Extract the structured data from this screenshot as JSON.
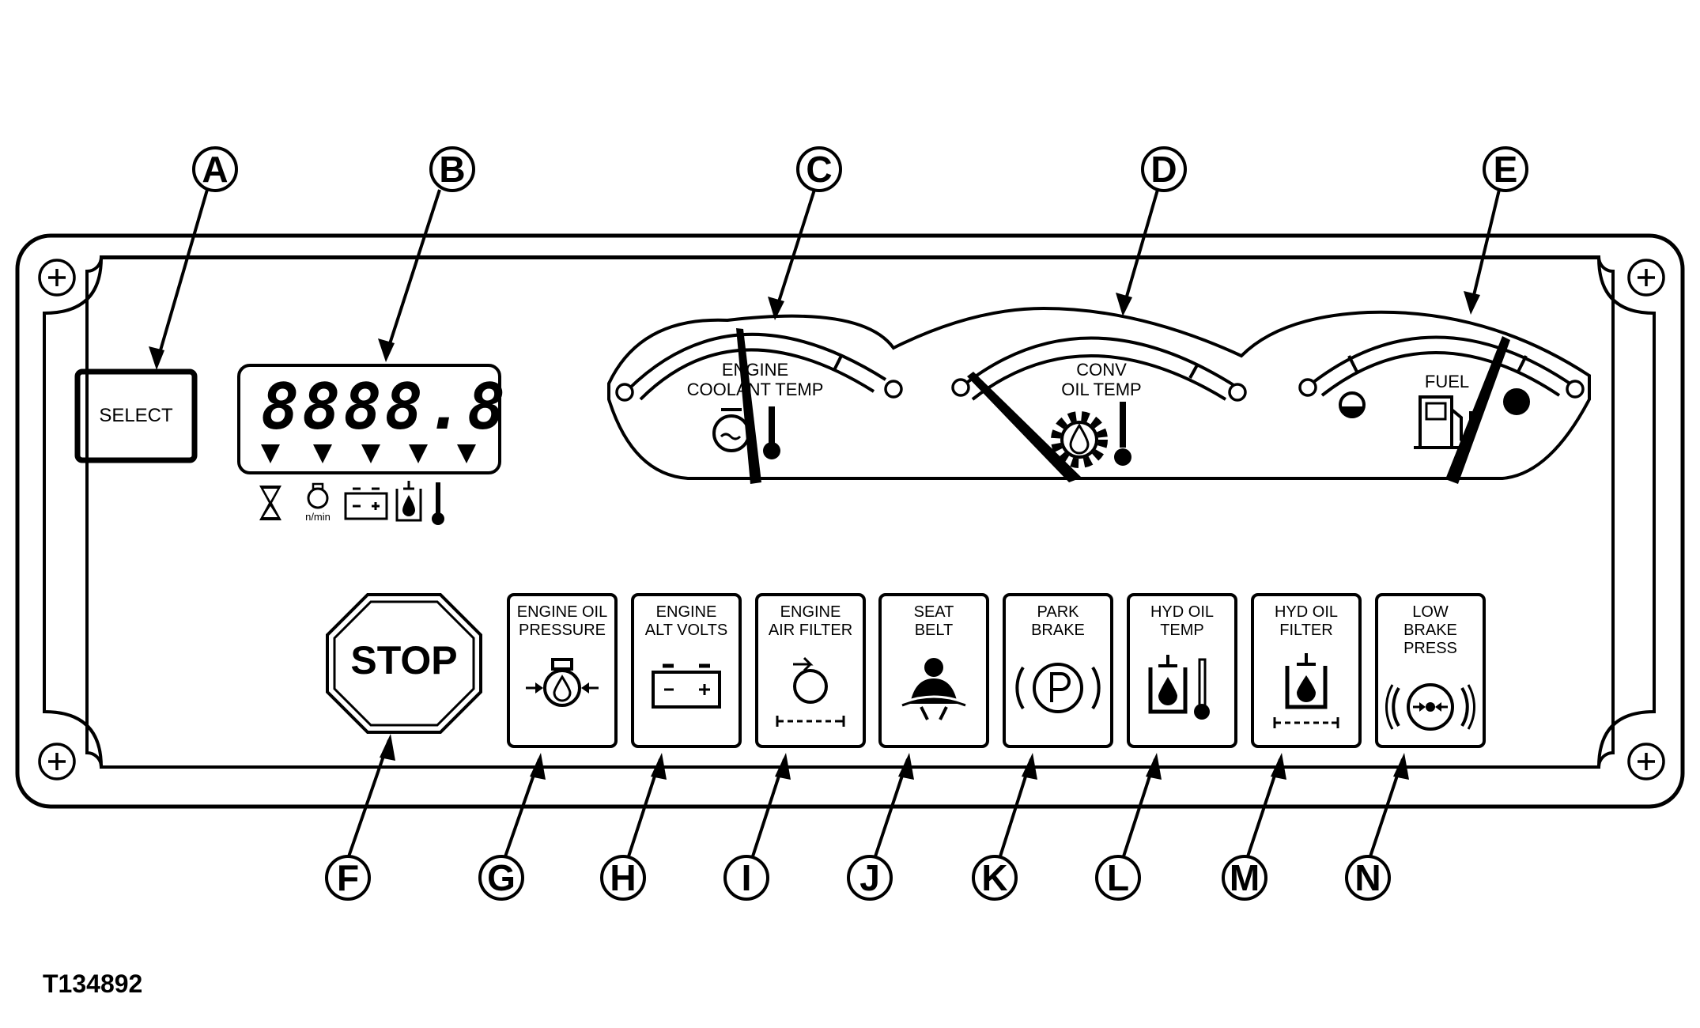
{
  "figure_id": "T134892",
  "callouts": [
    "A",
    "B",
    "C",
    "D",
    "E",
    "F",
    "G",
    "H",
    "I",
    "J",
    "K",
    "L",
    "M",
    "N"
  ],
  "select_button": {
    "label": "SELECT"
  },
  "display": {
    "digits": "8888.8"
  },
  "display_icons": {
    "rpm_unit": "n/min",
    "icon_names": [
      "hourglass-icon",
      "engine-rpm-icon",
      "battery-icon",
      "hydraulic-oil-icon",
      "thermometer-icon"
    ]
  },
  "gauges": [
    {
      "id": "coolant",
      "label_line1": "ENGINE",
      "label_line2": "COOLANT TEMP",
      "needle_level": 0.5
    },
    {
      "id": "conv",
      "label_line1": "CONV",
      "label_line2": "OIL TEMP",
      "needle_level": 0.0
    },
    {
      "id": "fuel",
      "label_line1": "FUEL",
      "label_line2": "",
      "needle_level": 0.78
    }
  ],
  "stop_button": {
    "label": "STOP"
  },
  "indicators": [
    {
      "line1": "ENGINE OIL",
      "line2": "PRESSURE",
      "line3": "",
      "icon": "engine-oil-pressure-icon"
    },
    {
      "line1": "ENGINE",
      "line2": "ALT VOLTS",
      "line3": "",
      "icon": "battery-icon"
    },
    {
      "line1": "ENGINE",
      "line2": "AIR FILTER",
      "line3": "",
      "icon": "air-filter-icon"
    },
    {
      "line1": "SEAT",
      "line2": "BELT",
      "line3": "",
      "icon": "seat-belt-icon"
    },
    {
      "line1": "PARK",
      "line2": "BRAKE",
      "line3": "",
      "icon": "park-brake-icon"
    },
    {
      "line1": "HYD OIL",
      "line2": "TEMP",
      "line3": "",
      "icon": "hyd-oil-temp-icon"
    },
    {
      "line1": "HYD OIL",
      "line2": "FILTER",
      "line3": "",
      "icon": "hyd-oil-filter-icon"
    },
    {
      "line1": "LOW",
      "line2": "BRAKE",
      "line3": "PRESS",
      "icon": "brake-pressure-icon"
    }
  ]
}
